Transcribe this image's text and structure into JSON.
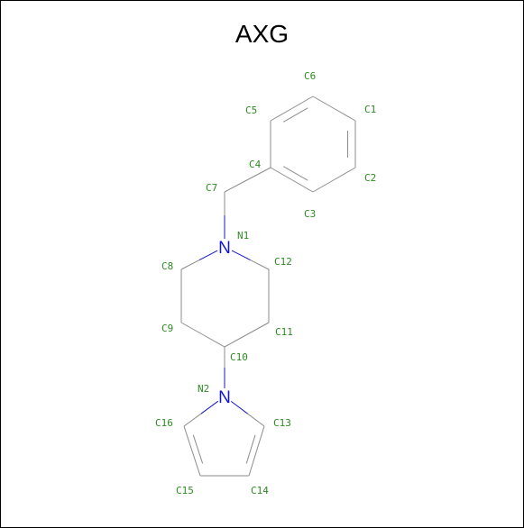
{
  "title": "AXG",
  "colors": {
    "bond": "#8c8c8c",
    "carbon_label": "#2e8b22",
    "nitrogen": "#1515cf",
    "nitrogen_label": "#2e8b22"
  },
  "atoms": [
    {
      "id": "C1",
      "el": "C"
    },
    {
      "id": "C2",
      "el": "C"
    },
    {
      "id": "C3",
      "el": "C"
    },
    {
      "id": "C4",
      "el": "C"
    },
    {
      "id": "C5",
      "el": "C"
    },
    {
      "id": "C6",
      "el": "C"
    },
    {
      "id": "C7",
      "el": "C"
    },
    {
      "id": "N1",
      "el": "N"
    },
    {
      "id": "C8",
      "el": "C"
    },
    {
      "id": "C9",
      "el": "C"
    },
    {
      "id": "C10",
      "el": "C"
    },
    {
      "id": "C11",
      "el": "C"
    },
    {
      "id": "C12",
      "el": "C"
    },
    {
      "id": "N2",
      "el": "N"
    },
    {
      "id": "C13",
      "el": "C"
    },
    {
      "id": "C14",
      "el": "C"
    },
    {
      "id": "C15",
      "el": "C"
    },
    {
      "id": "C16",
      "el": "C"
    }
  ],
  "bonds": [
    {
      "a": "C6",
      "b": "C1",
      "order": 1
    },
    {
      "a": "C1",
      "b": "C2",
      "order": 2
    },
    {
      "a": "C2",
      "b": "C3",
      "order": 1
    },
    {
      "a": "C3",
      "b": "C4",
      "order": 2
    },
    {
      "a": "C4",
      "b": "C5",
      "order": 1
    },
    {
      "a": "C5",
      "b": "C6",
      "order": 2
    },
    {
      "a": "C4",
      "b": "C7",
      "order": 1
    },
    {
      "a": "C7",
      "b": "N1",
      "order": 1
    },
    {
      "a": "N1",
      "b": "C8",
      "order": 1
    },
    {
      "a": "C8",
      "b": "C9",
      "order": 1
    },
    {
      "a": "C9",
      "b": "C10",
      "order": 1
    },
    {
      "a": "C10",
      "b": "C11",
      "order": 1
    },
    {
      "a": "C11",
      "b": "C12",
      "order": 1
    },
    {
      "a": "C12",
      "b": "N1",
      "order": 1
    },
    {
      "a": "C10",
      "b": "N2",
      "order": 1
    },
    {
      "a": "N2",
      "b": "C13",
      "order": 1
    },
    {
      "a": "C13",
      "b": "C14",
      "order": 2
    },
    {
      "a": "C14",
      "b": "C15",
      "order": 1
    },
    {
      "a": "C15",
      "b": "C16",
      "order": 2
    },
    {
      "a": "C16",
      "b": "N2",
      "order": 1
    }
  ]
}
